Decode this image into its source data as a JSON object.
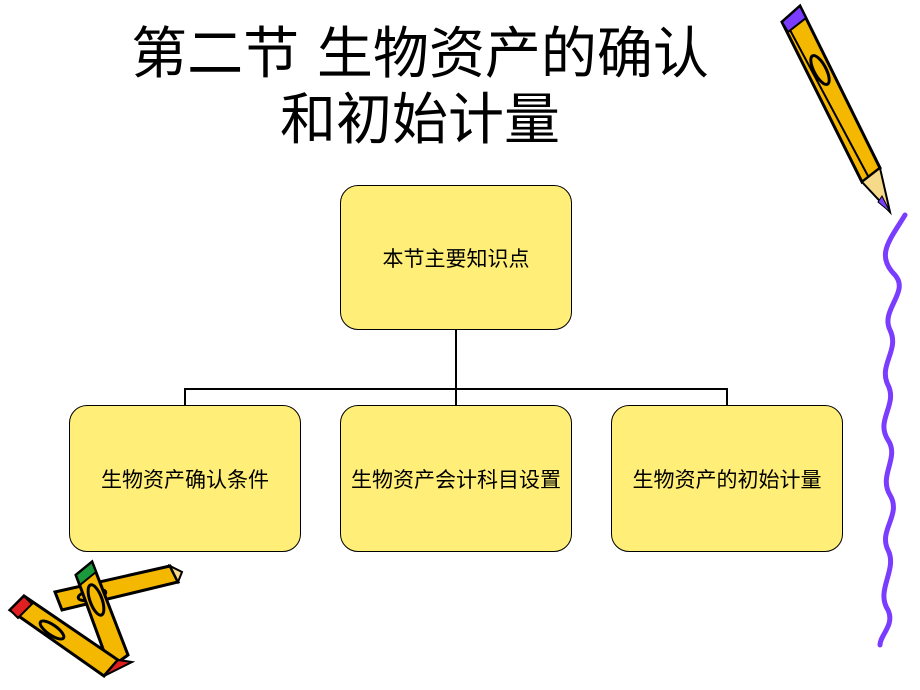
{
  "title": {
    "line1": "第二节 生物资产的确认",
    "line2": "和初始计量"
  },
  "diagram": {
    "root": "本节主要知识点",
    "children": [
      "生物资产确认条件",
      "生物资产会计科目设置",
      "生物资产的初始计量"
    ]
  },
  "colors": {
    "box_fill": "#ffee77",
    "pencil_body": "#f5b800",
    "pencil_stripe": "#7a3cff",
    "squiggle": "#7a3cff"
  }
}
